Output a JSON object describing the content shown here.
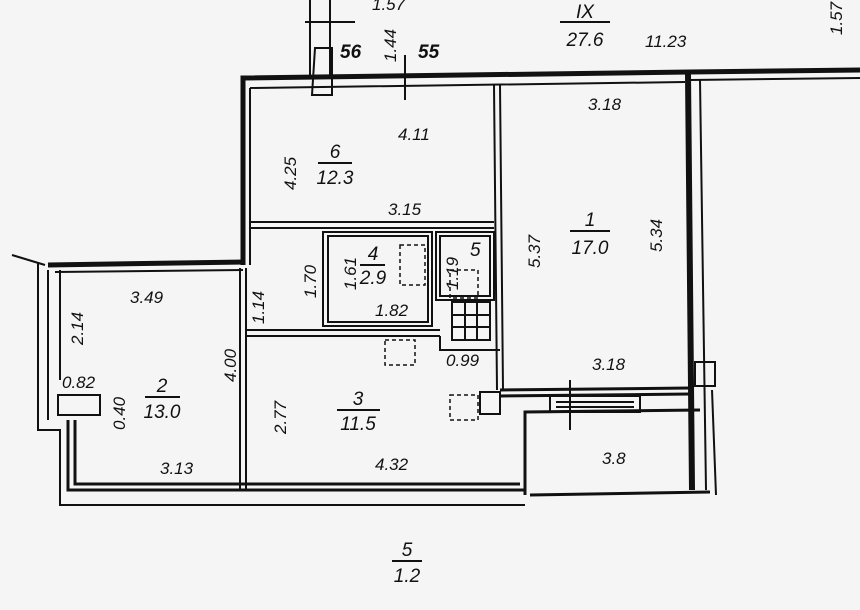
{
  "plan": {
    "section": {
      "id": "IX",
      "area": "27.6"
    },
    "top_dims": {
      "a": "1.57",
      "b": "56",
      "c": "1.44",
      "d": "55",
      "e": "11.23",
      "f": "1.57"
    },
    "rooms": [
      {
        "id": "6",
        "area": "12.3",
        "dims": [
          "4.25",
          "4.11",
          "3.15"
        ]
      },
      {
        "id": "1",
        "area": "17.0",
        "dims": [
          "3.18",
          "5.37",
          "5.34",
          "3.18"
        ]
      },
      {
        "id": "4",
        "area": "2.9",
        "dims": [
          "1.61",
          "1.82"
        ]
      },
      {
        "id": "5",
        "area": "",
        "dims": [
          "1.19",
          "0.99"
        ]
      },
      {
        "id": "2",
        "area": "13.0",
        "dims": [
          "3.49",
          "2.14",
          "4.00",
          "0.82",
          "0.40",
          "3.13"
        ]
      },
      {
        "id": "3",
        "area": "11.5",
        "dims": [
          "1.70",
          "1.14",
          "2.77",
          "4.32"
        ]
      },
      {
        "id": "5",
        "area": "1.2",
        "dims": [
          "3.8"
        ]
      }
    ]
  }
}
